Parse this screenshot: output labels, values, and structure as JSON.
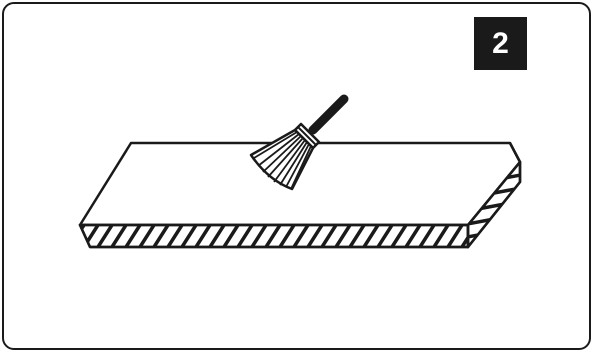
{
  "step": {
    "number": "2"
  },
  "icons": [
    "wooden-board",
    "paint-brush"
  ],
  "colors": {
    "ink": "#1a1a1a",
    "background": "#ffffff"
  }
}
